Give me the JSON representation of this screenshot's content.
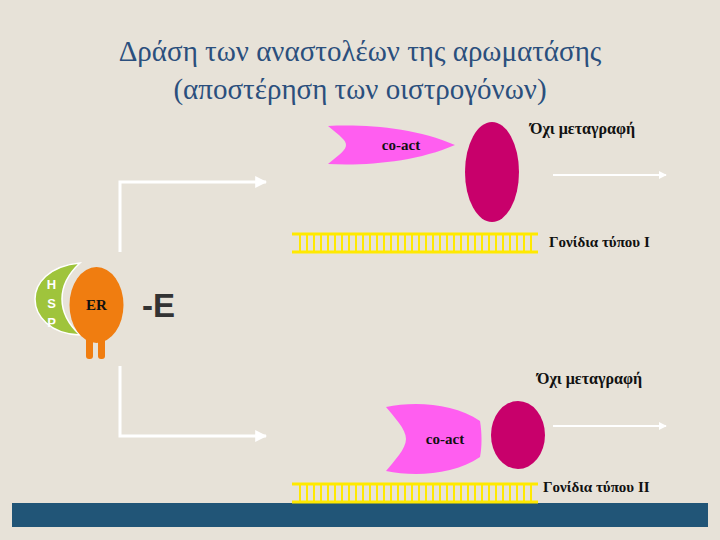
{
  "diagram": {
    "title": "Δράση των αναστολέων της αρωματάσης (αποστέρηση των οιστρογόνων)",
    "nodes": [
      {
        "text": [
          "HSP"
        ]
      },
      {
        "text": [
          "ER"
        ]
      },
      {
        "text": [
          "co-act"
        ]
      },
      {
        "text": [
          "co-act"
        ]
      }
    ],
    "labels": [
      "-E",
      "Όχι μεταγραφή",
      "Γονίδια τύπου I",
      "Όχι μεταγραφή",
      "Γονίδια τύπου II"
    ]
  }
}
